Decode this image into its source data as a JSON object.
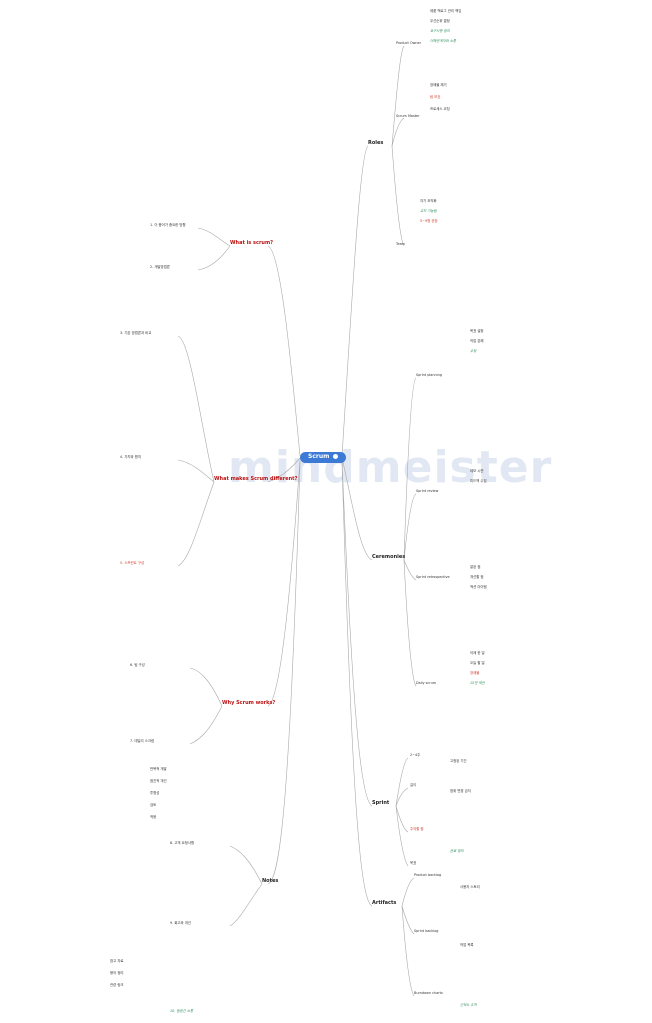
{
  "app": {
    "watermark": "mindmeister"
  },
  "root": {
    "title": "Scrum"
  },
  "branches": {
    "roles": "Roles",
    "ceremonies": "Ceremonies",
    "sprint": "Sprint",
    "artifacts": "Artifacts",
    "what_is_scrum": "What is scrum?",
    "what_makes_different": "What makes Scrum different?",
    "why_works": "Why Scrum works?",
    "notes": "Notes"
  },
  "roles_sub": {
    "product_owner": "Product Owner",
    "scrum_master": "Scrum Master",
    "team": "Team"
  },
  "ceremonies_sub": {
    "planning": "Sprint planning",
    "review": "Sprint review",
    "retrospective": "Sprint retrospective",
    "daily": "Daily scrum"
  },
  "sprint_sub": {
    "duration": "2~4주",
    "length": "길이",
    "caution": "주의할 점",
    "goal": "목표"
  },
  "artifacts_sub": {
    "product_backlog": "Product backlog",
    "sprint_backlog": "Sprint backlog",
    "burndown": "Burndown charts"
  },
  "left_labels": {
    "l1": "1. 이 용어가 중요한 방향",
    "l2": "2. 개발방법론",
    "l3": "3. 기존 방법론과 비교",
    "l4": "4. 가치와 원칙",
    "l5": "5. 스프린트 구성",
    "l6": "6. 팀 구성",
    "l7": "7. 데일리 스크럼",
    "l8": "8. 고객 요청사항",
    "l9": "9. 회고와 개선",
    "l10": "10. 팀원간 소통"
  },
  "leaf_texts": {
    "po1": "제품 백로그 관리 책임",
    "po2": "우선순위 결정",
    "po3": "요구사항 정의",
    "po4": "이해관계자와 소통",
    "sm1": "장애물 제거",
    "sm2": "팀 보호",
    "sm3": "프로세스 코칭",
    "tm1": "자기 조직화",
    "tm2": "교차 기능팀",
    "tm3": "5~9명 권장",
    "pl1": "목표 설정",
    "pl2": "작업 분해",
    "pl3": "추정",
    "rv1": "데모 시연",
    "rv2": "피드백 수집",
    "rt1": "잘된 점",
    "rt2": "개선할 점",
    "rt3": "액션 아이템",
    "dl1": "어제 한 일",
    "dl2": "오늘 할 일",
    "dl3": "장애물",
    "dl4": "15분 제한",
    "sp1": "고정된 기간",
    "sp2": "범위 변경 금지",
    "sp3": "완료 정의",
    "ar1": "사용자 스토리",
    "ar2": "작업 목록",
    "ar3": "진척도 추적",
    "w1": "반복적 개발",
    "w2": "점진적 개선",
    "w3": "투명성",
    "w4": "검토",
    "w5": "적응",
    "n1": "참고 자료",
    "n2": "용어 정리",
    "n3": "관련 링크"
  },
  "colors": {
    "root": "#3d7ad6",
    "red_branch": "#b11111",
    "note": "#2a8a57",
    "warn": "#cf3a2a",
    "wire": "#a9a9a9"
  }
}
